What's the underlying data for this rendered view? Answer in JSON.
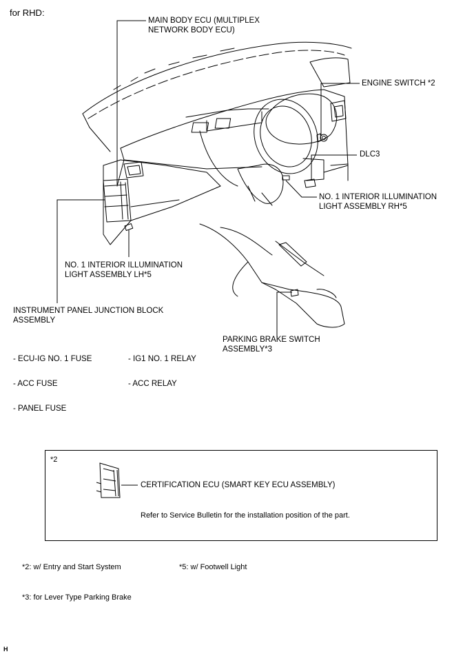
{
  "header": {
    "variant": "for RHD:"
  },
  "callouts": {
    "main_body_ecu": [
      "MAIN BODY ECU (MULTIPLEX",
      "NETWORK BODY ECU)"
    ],
    "engine_switch": "ENGINE SWITCH *2",
    "dlc3": "DLC3",
    "interior_light_rh": [
      "NO. 1 INTERIOR ILLUMINATION",
      "LIGHT ASSEMBLY RH*5"
    ],
    "interior_light_lh": [
      "NO. 1 INTERIOR ILLUMINATION",
      "LIGHT ASSEMBLY LH*5"
    ],
    "junction_block": [
      "INSTRUMENT PANEL JUNCTION BLOCK",
      "ASSEMBLY"
    ],
    "parking_brake_switch": [
      "PARKING BRAKE SWITCH",
      "ASSEMBLY*3"
    ]
  },
  "fuses": {
    "left": [
      "- ECU-IG NO. 1 FUSE",
      "- ACC FUSE",
      "- PANEL FUSE"
    ],
    "right": [
      "- IG1 NO. 1 RELAY",
      "- ACC RELAY"
    ]
  },
  "inset": {
    "marker": "*2",
    "component": "CERTIFICATION ECU (SMART KEY ECU ASSEMBLY)",
    "note": "Refer to Service Bulletin for the installation position of the part."
  },
  "footnotes": {
    "n2": "*2: w/ Entry and Start System",
    "n5": "*5: w/ Footwell Light",
    "n3": "*3: for Lever Type Parking Brake"
  },
  "corner_mark": "H"
}
